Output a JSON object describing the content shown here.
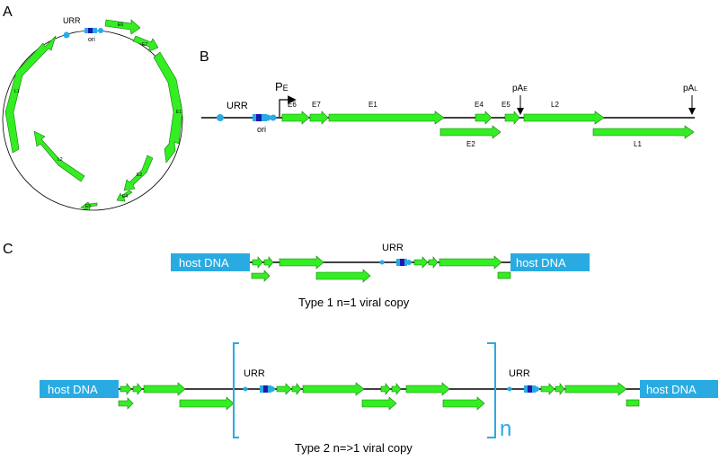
{
  "panels": {
    "a": "A",
    "b": "B",
    "c": "C"
  },
  "circle": {
    "urr": "URR",
    "ori": "ori",
    "genes": [
      "E6",
      "E7",
      "E1",
      "E2",
      "E4",
      "E5",
      "L2",
      "L1"
    ]
  },
  "linear": {
    "urr": "URR",
    "ori": "ori",
    "promoter_main": "P",
    "promoter_sub": "E",
    "pae_main": "pA",
    "pae_sub": "E",
    "pal_main": "pA",
    "pal_sub": "L",
    "genes": {
      "e6": "E6",
      "e7": "E7",
      "e1": "E1",
      "e4": "E4",
      "e5": "E5",
      "l2": "L2",
      "e2": "E2",
      "l1": "L1"
    }
  },
  "integration": {
    "host_label": "host DNA",
    "urr": "URR",
    "type1_caption": "Type 1 n=1 viral copy",
    "type2_caption": "Type 2 n=>1 viral copy",
    "n_label": "n"
  },
  "colors": {
    "gene": "#33ee22",
    "host": "#29abe2",
    "ori_dark": "#1a1ab0",
    "site": "#29abe2"
  }
}
